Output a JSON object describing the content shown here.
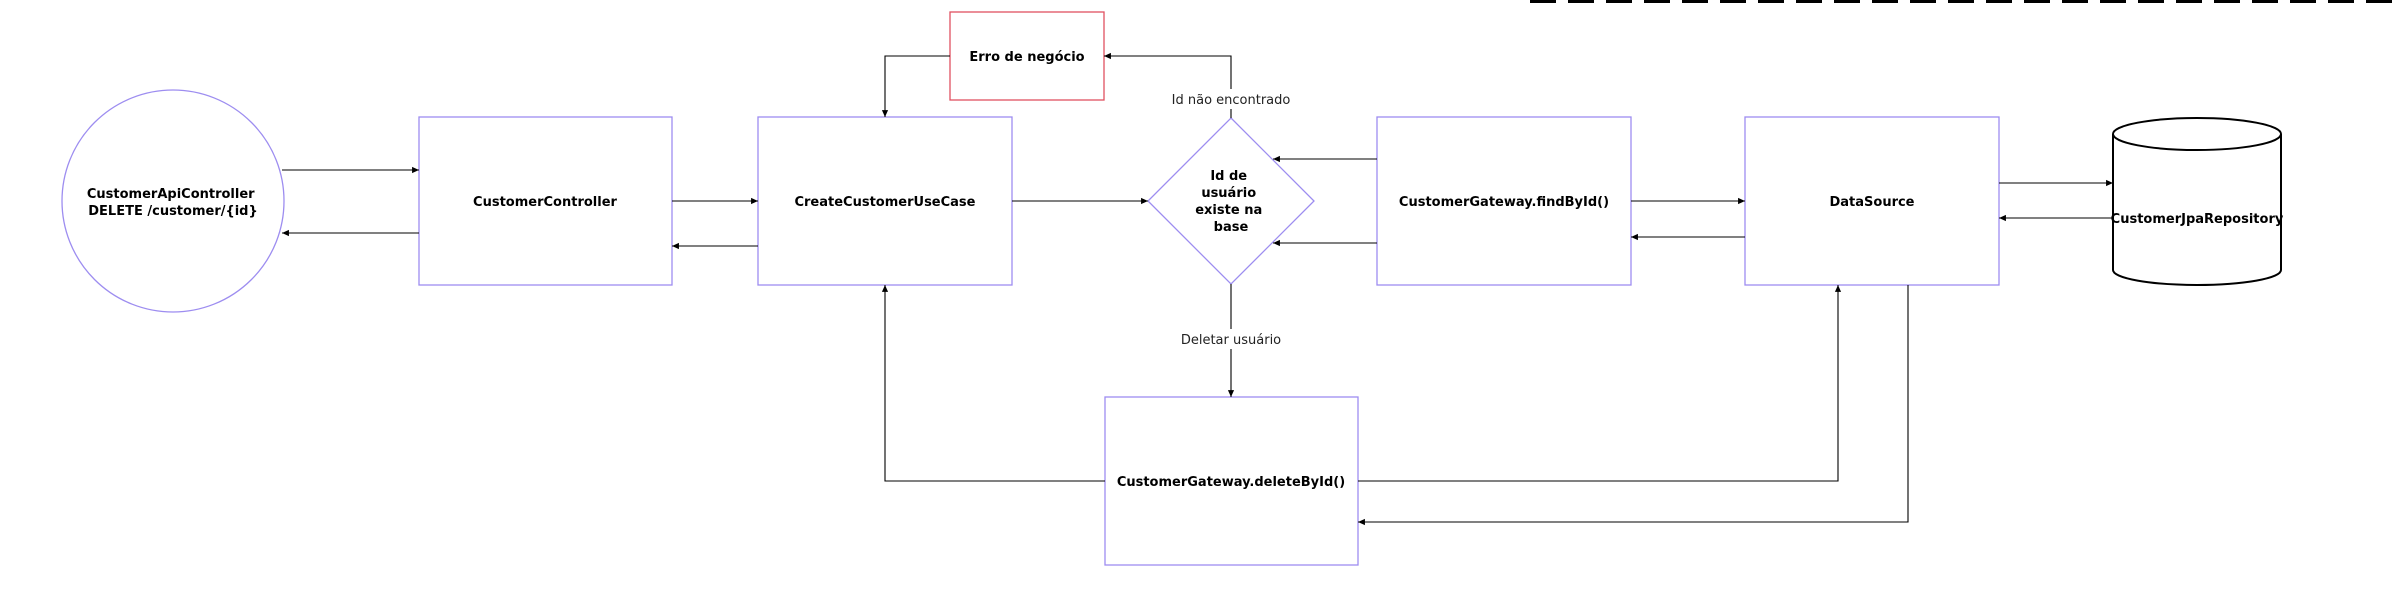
{
  "nodes": {
    "api_controller": [
      "CustomerApiController",
      "DELETE /customer/{id}"
    ],
    "customer_controller": [
      "CustomerController"
    ],
    "use_case": [
      "CreateCustomerUseCase"
    ],
    "business_error": [
      "Erro de negócio"
    ],
    "decision": [
      "Id de",
      "usuário",
      "existe na",
      "base"
    ],
    "gateway_find": [
      "CustomerGateway.findById()"
    ],
    "data_source": [
      "DataSource"
    ],
    "jpa_repository": [
      "CustomerJpaRepository"
    ],
    "gateway_delete": [
      "CustomerGateway.deleteById()"
    ]
  },
  "edge_labels": {
    "not_found": "Id não encontrado",
    "delete_user": "Deletar usuário"
  },
  "colors": {
    "box_stroke": "#9d8df0",
    "error_stroke": "#e05060",
    "edge": "#000000"
  }
}
